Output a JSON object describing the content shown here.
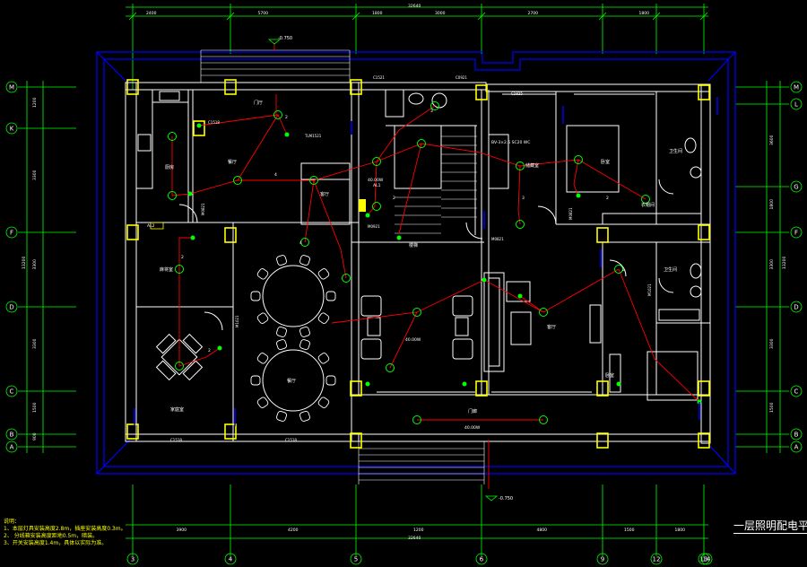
{
  "drawing": {
    "title": "一层照明配电平面",
    "notes_header": "说明：",
    "notes": [
      "1、本层灯具安装高度2.8m，插座安装高度0.3m。",
      "2、  分线箱安装高度距地0.5m，暗装。",
      "3、开关安装高度1.4m，具体以实际为准。"
    ]
  },
  "grid_labels": {
    "left": [
      "M",
      "K",
      "F",
      "D",
      "C",
      "B",
      "A"
    ],
    "right": [
      "M",
      "L",
      "G",
      "F",
      "D",
      "C",
      "B",
      "A"
    ],
    "bottom": [
      "3",
      "4",
      "5",
      "6",
      "9",
      "12",
      "13",
      "14"
    ],
    "top": [
      "",
      "",
      "",
      "",
      "",
      "",
      "",
      ""
    ]
  },
  "dimensions": {
    "top": [
      "2400",
      "5700",
      "1800",
      "3000",
      "2700",
      "1800"
    ],
    "top_total": "32640",
    "bottom": [
      "3900",
      "4200",
      "1200",
      "4800",
      "1500",
      "1800"
    ],
    "bottom_total": "32640",
    "left": [
      "1200",
      "3300",
      "3300",
      "3300",
      "1500",
      "900"
    ],
    "left_total": "13200",
    "right": [
      "3600",
      "1800",
      "3300",
      "3300",
      "1500"
    ],
    "right_total": "13200"
  },
  "levels": {
    "top": "-0.750",
    "bottom": "-0.750"
  },
  "rooms": {
    "kitchen": "厨房",
    "restaurant": "餐厅",
    "dining": "餐厅",
    "mahjong": "麻将室",
    "family_room": "家庭室",
    "entry": "门厅",
    "hall": "客厅",
    "stair": "楼梯",
    "master_bed": "卧室",
    "bath1": "卫生间",
    "bath2": "卫生间",
    "bed2": "卧室",
    "wardrobe": "衣帽间",
    "storage": "储藏室",
    "porch": "门廊",
    "living": "客厅"
  },
  "tags": {
    "box1": "AL1",
    "box2": "AL2",
    "wire_note": "BV-3×2.5 SC20 WC",
    "w1": "2",
    "w2": "3",
    "w3": "4",
    "w4": "2",
    "w5": "2",
    "w6": "3",
    "w7": "2",
    "w8": "4",
    "w9": "2",
    "w10": "2",
    "lamp1": "40.00W",
    "lamp2": "40.00W",
    "lamp3": "40.00W",
    "door_c1": "C1518",
    "door_c2": "C1521",
    "door_c3": "C0921",
    "door_c4": "C1825",
    "door_m1": "M0821",
    "door_m2": "M0921",
    "door_m3": "M0821",
    "door_m4": "M1021",
    "door_m5": "M0821",
    "door_tlm": "TLM1521",
    "door_c5": "C1518",
    "door_c6": "C1518",
    "door_m6": "M1021"
  },
  "colors": {
    "background": "#000000",
    "grid_axis": "#00ff00",
    "wall": "#ffffff",
    "outline": "#0000ff",
    "wiring": "#ff0000",
    "column": "#ffff00",
    "fixture": "#00ff00"
  }
}
